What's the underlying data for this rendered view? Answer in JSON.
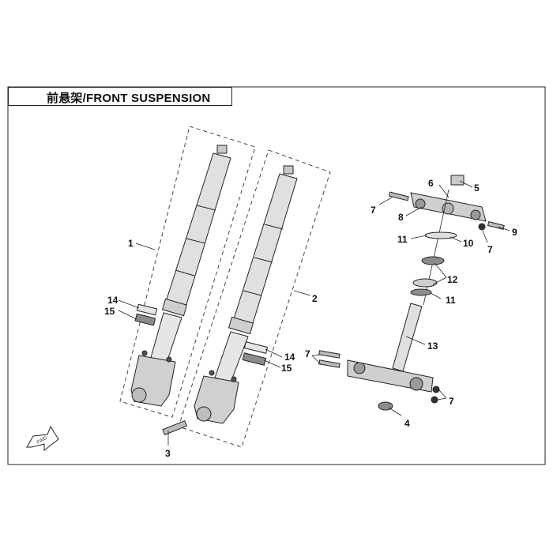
{
  "title": "前悬架/FRONT SUSPENSION",
  "callouts": {
    "c1": "1",
    "c2": "2",
    "c3": "3",
    "c4": "4",
    "c5": "5",
    "c6": "6",
    "c7a": "7",
    "c7b": "7",
    "c7c": "7",
    "c7d": "7",
    "c8": "8",
    "c9": "9",
    "c10": "10",
    "c11a": "11",
    "c11b": "11",
    "c12": "12",
    "c13": "13",
    "c14a": "14",
    "c14b": "14",
    "c15a": "15",
    "c15b": "15"
  },
  "fwd_label": "FWD",
  "colors": {
    "line": "#222222",
    "part_fill": "#d9d9d9",
    "part_dark": "#8c8c8c",
    "dash": "#444444"
  }
}
